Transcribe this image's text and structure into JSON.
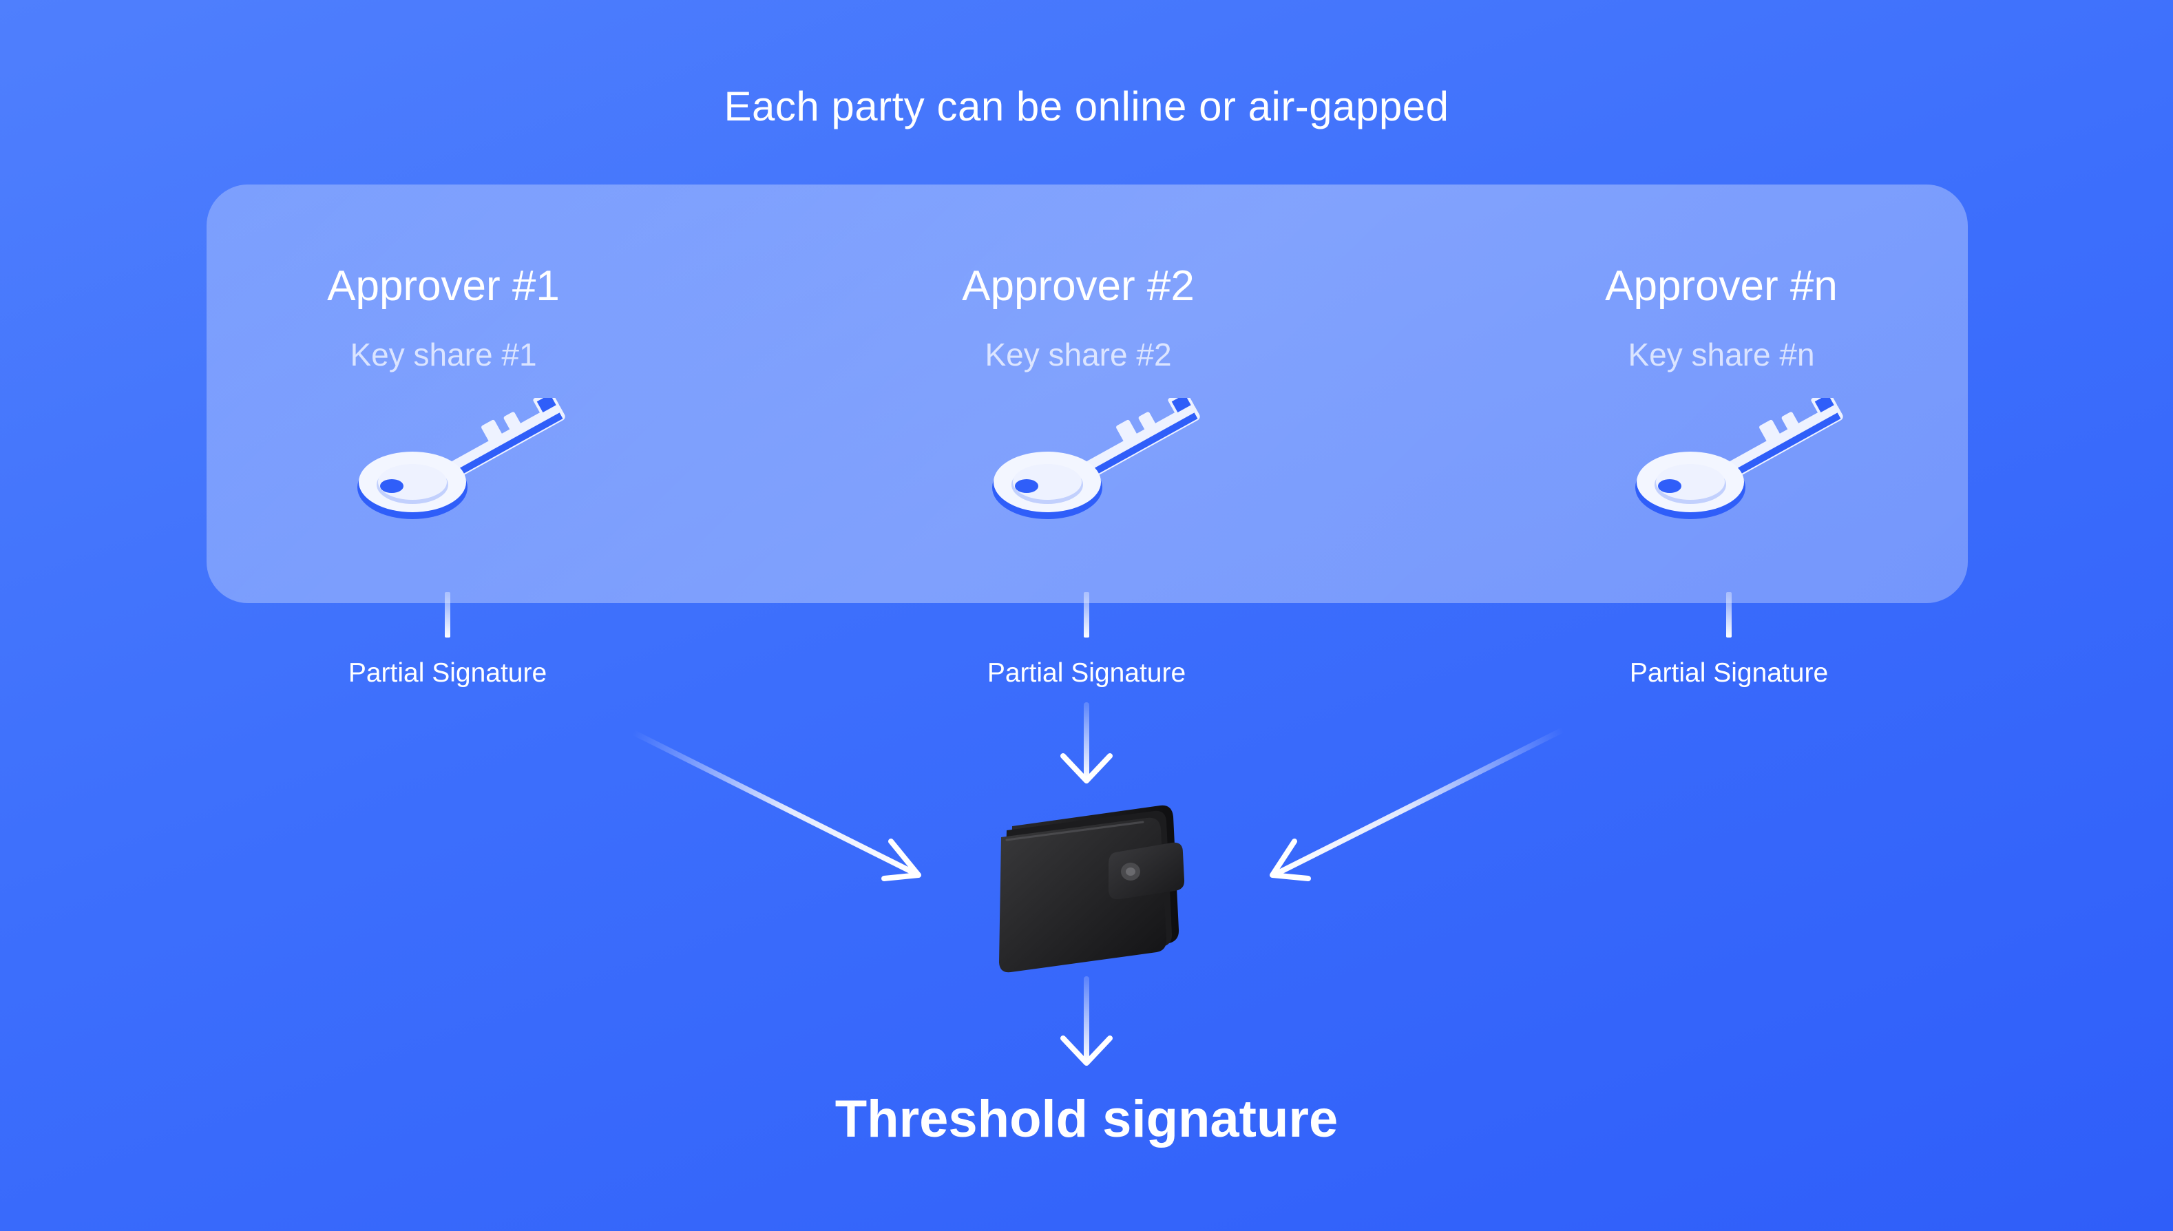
{
  "header": {
    "title": "Each party can be online or air-gapped"
  },
  "approvers": [
    {
      "title": "Approver #1",
      "key_share": "Key share #1",
      "icon": "key-icon"
    },
    {
      "title": "Approver #2",
      "key_share": "Key share #2",
      "icon": "key-icon"
    },
    {
      "title": "Approver #n",
      "key_share": "Key share #n",
      "icon": "key-icon"
    }
  ],
  "flow": {
    "partial_labels": [
      "Partial Signature",
      "Partial Signature",
      "Partial Signature"
    ],
    "combiner_icon": "wallet-icon",
    "result": "Threshold signature"
  },
  "colors": {
    "background_top": "#4f7ffd",
    "background_bottom": "#2f5ef9",
    "key_accent": "#2f5ef9",
    "text": "#ffffff"
  }
}
